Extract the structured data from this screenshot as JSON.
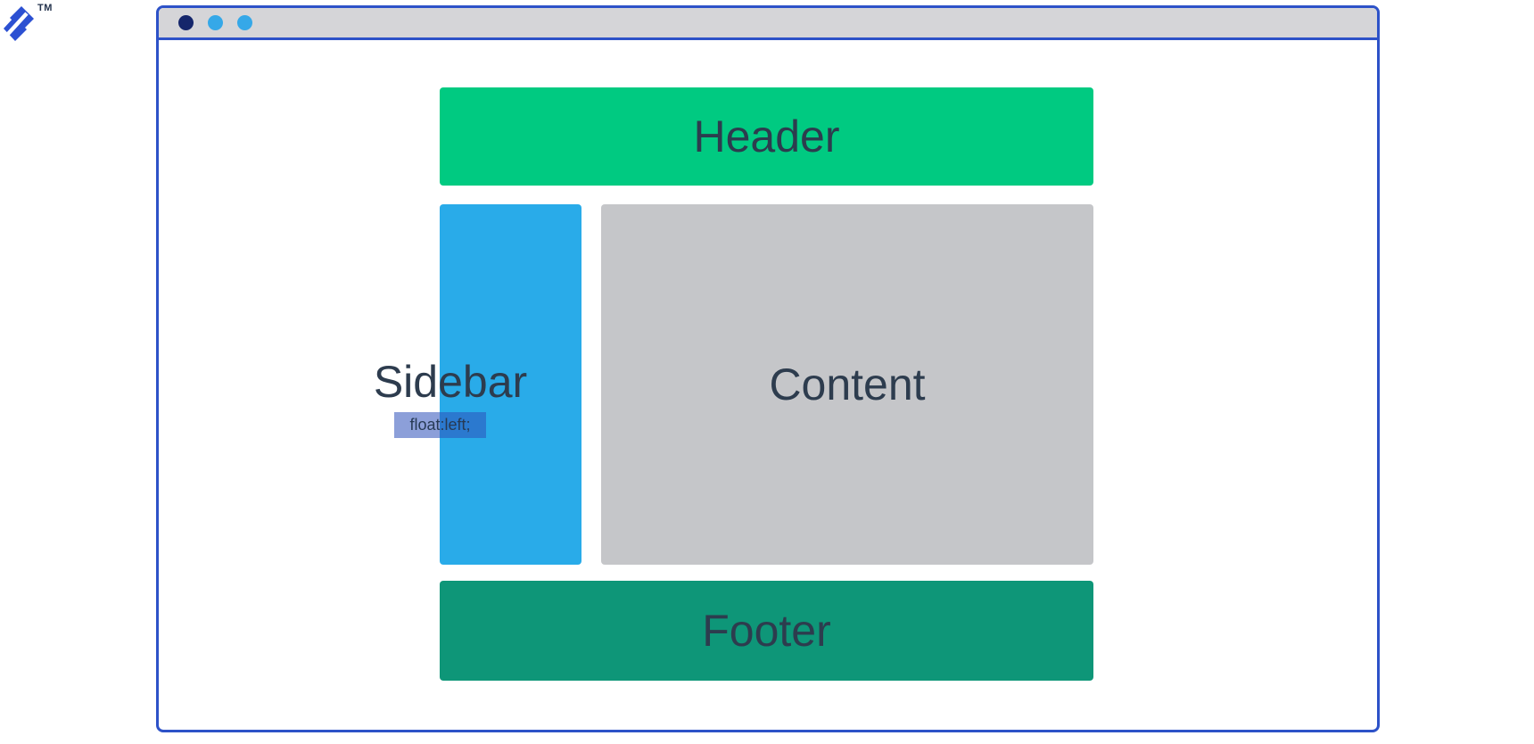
{
  "logo": {
    "trademark": "TM",
    "color": "#2c50d2",
    "trademark_color": "#24334d"
  },
  "browser_window": {
    "border_color": "#2d52c8",
    "titlebar_bg": "#d5d5d8",
    "dot_colors": {
      "first": "#15266b",
      "second": "#35a8e8",
      "third": "#35a8e8"
    }
  },
  "layout_diagram": {
    "label_color": "#2d3c4e",
    "header": {
      "label": "Header",
      "bg": "#00ca81"
    },
    "sidebar": {
      "label": "Sidebar",
      "bg": "#29abe9"
    },
    "float_tag": {
      "label": "float:left;",
      "bg": "rgba(45,80,185,0.55)",
      "text_color": "#273a55"
    },
    "content": {
      "label": "Content",
      "bg": "#c5c6c9"
    },
    "footer": {
      "label": "Footer",
      "bg": "#0e9678"
    }
  }
}
